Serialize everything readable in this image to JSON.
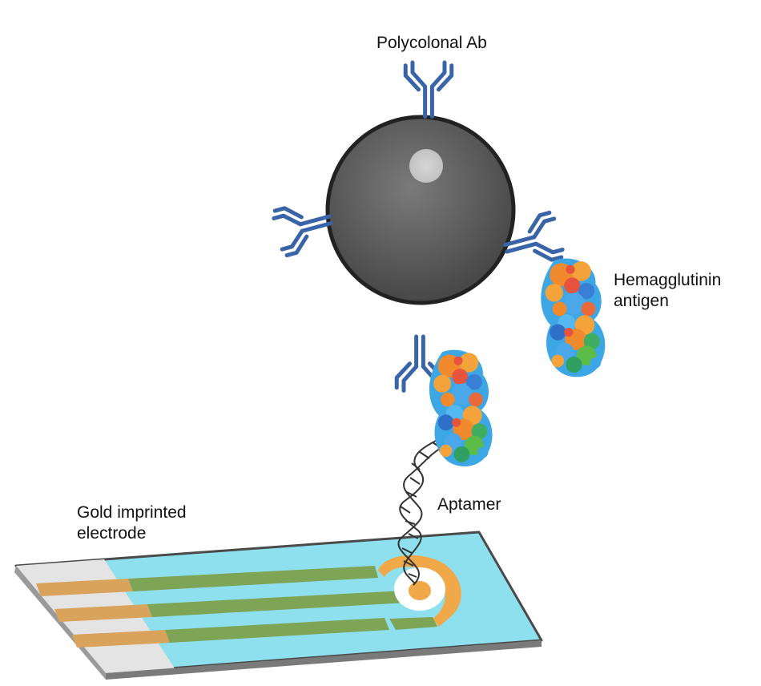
{
  "labels": {
    "polyclonal_ab": "Polycolonal Ab",
    "hemagglutinin_line1": "Hemagglutinin",
    "hemagglutinin_line2": "antigen",
    "aptamer": "Aptamer",
    "electrode_line1": "Gold imprinted",
    "electrode_line2": "electrode"
  },
  "colors": {
    "antibody": "#3a64a8",
    "bead": "#555555",
    "electrode_substrate": "#8fe0ee",
    "electrode_trace": "#7ea456",
    "contact_pad": "#d9a35b",
    "gold": "#f0a848"
  }
}
